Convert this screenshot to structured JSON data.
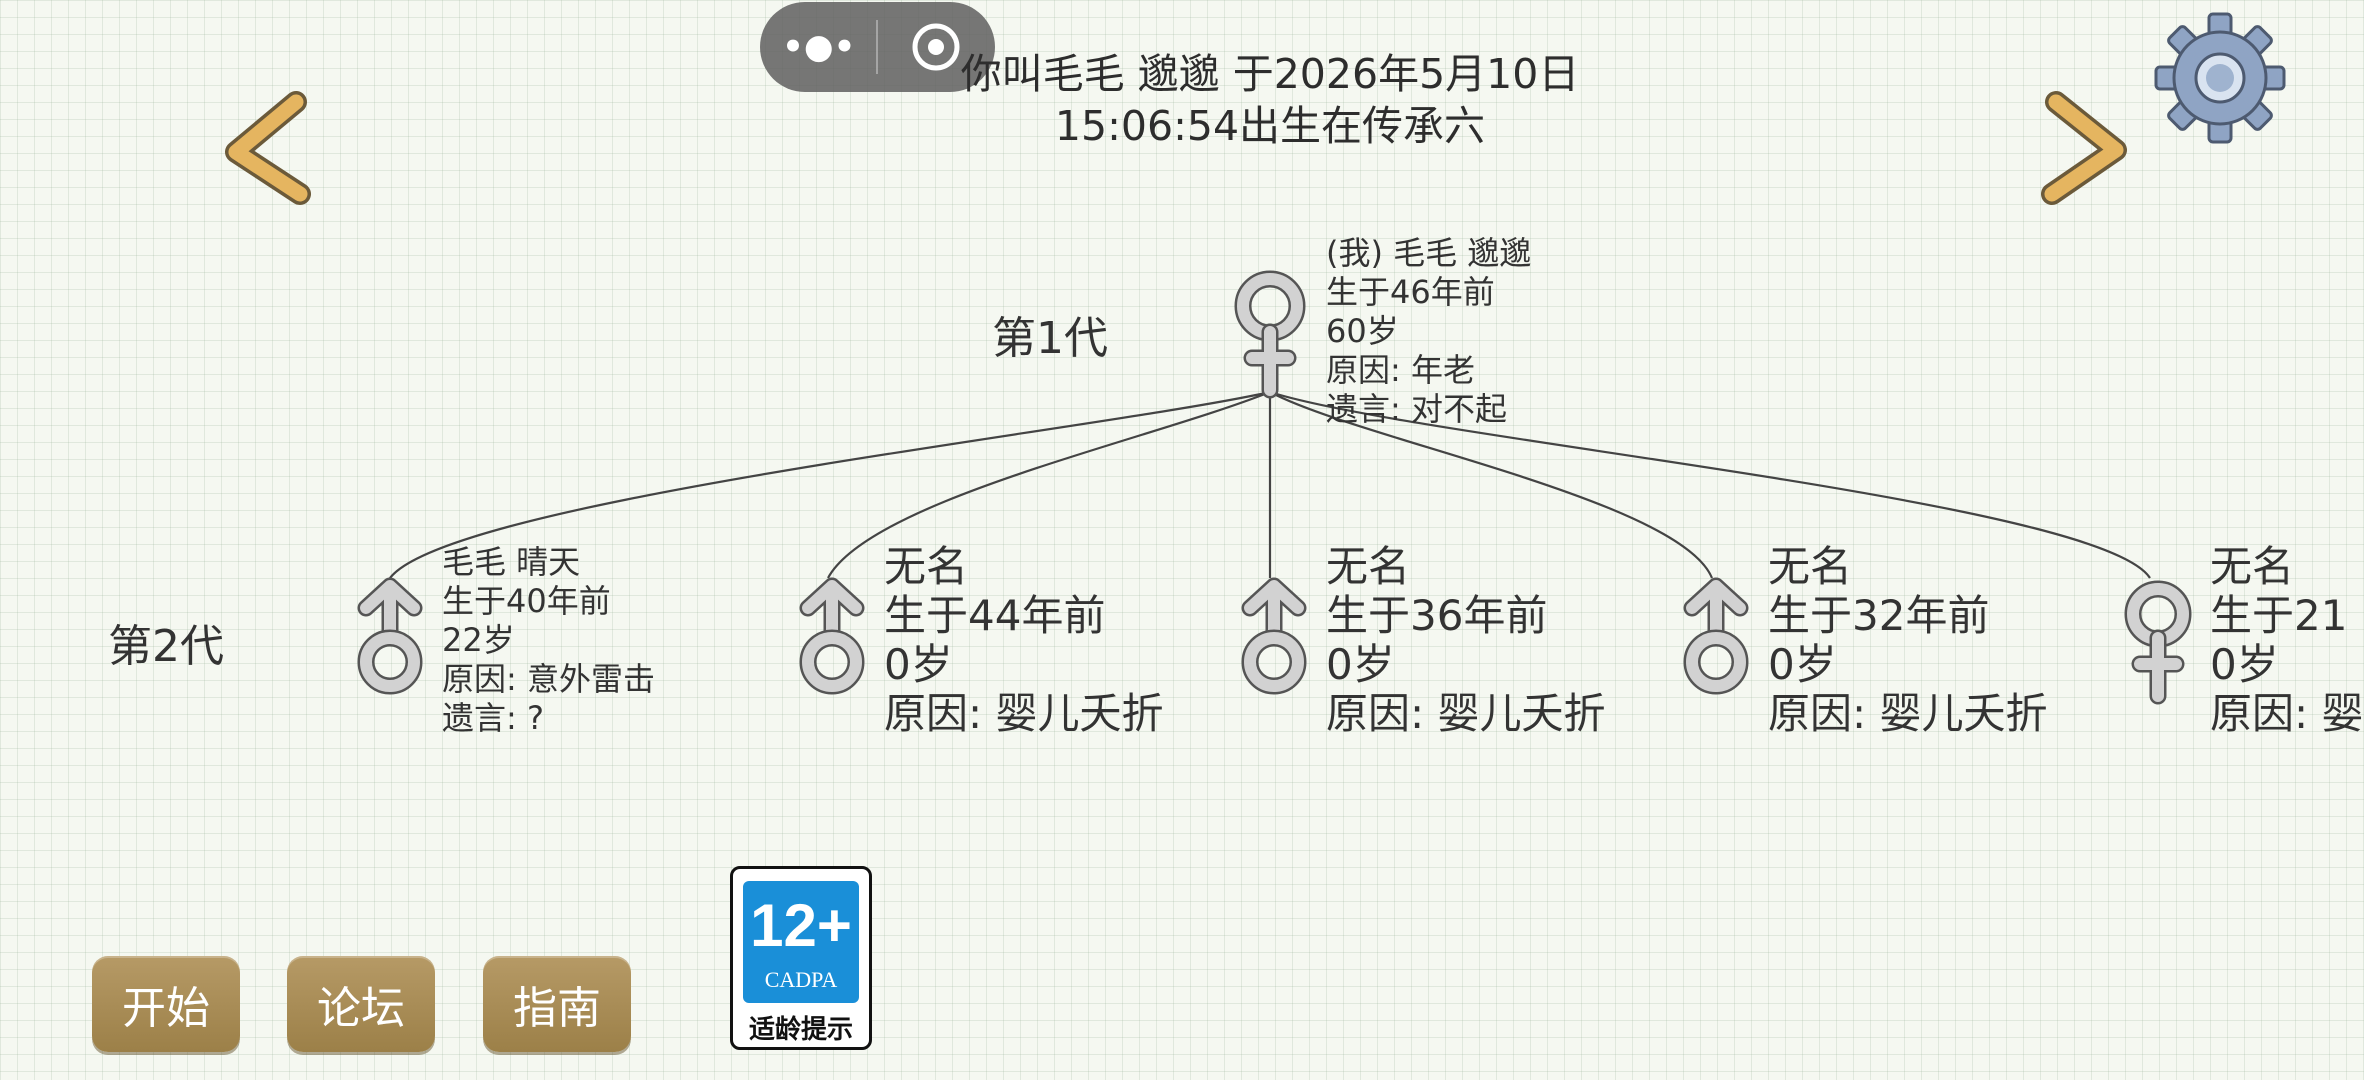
{
  "topbar": {
    "more_icon": "more-dots-icon",
    "close_icon": "target-circle-icon"
  },
  "header": {
    "line1": "你叫毛毛 邈邈 于2026年5月10日",
    "line2": "15:06:54出生在传承六"
  },
  "nav": {
    "prev_icon": "chevron-left-icon",
    "next_icon": "chevron-right-icon",
    "settings_icon": "gear-icon"
  },
  "generations": [
    {
      "label": "第1代"
    },
    {
      "label": "第2代"
    }
  ],
  "gen1": {
    "gender": "female",
    "lines": [
      "(我) 毛毛 邈邈",
      "生于46年前",
      "60岁",
      "原因: 年老",
      "遗言: 对不起"
    ]
  },
  "gen2": [
    {
      "gender": "male",
      "lines": [
        "毛毛 晴天",
        "生于40年前",
        "22岁",
        "原因: 意外雷击",
        "遗言: ?"
      ]
    },
    {
      "gender": "male",
      "lines": [
        "无名",
        "生于44年前",
        "0岁",
        "原因: 婴儿夭折"
      ]
    },
    {
      "gender": "male",
      "lines": [
        "无名",
        "生于36年前",
        "0岁",
        "原因: 婴儿夭折"
      ]
    },
    {
      "gender": "male",
      "lines": [
        "无名",
        "生于32年前",
        "0岁",
        "原因: 婴儿夭折"
      ]
    },
    {
      "gender": "female",
      "lines": [
        "无名",
        "生于21",
        "0岁",
        "原因: 婴"
      ]
    }
  ],
  "buttons": {
    "start": "开始",
    "forum": "论坛",
    "guide": "指南"
  },
  "age_rating": {
    "number": "12+",
    "org": "CADPA",
    "note": "适龄提示",
    "color": "#1a8fd8"
  },
  "colors": {
    "button": "#a88a55",
    "arrow": "#e0b15a",
    "capsule": "#5f5f5f"
  }
}
